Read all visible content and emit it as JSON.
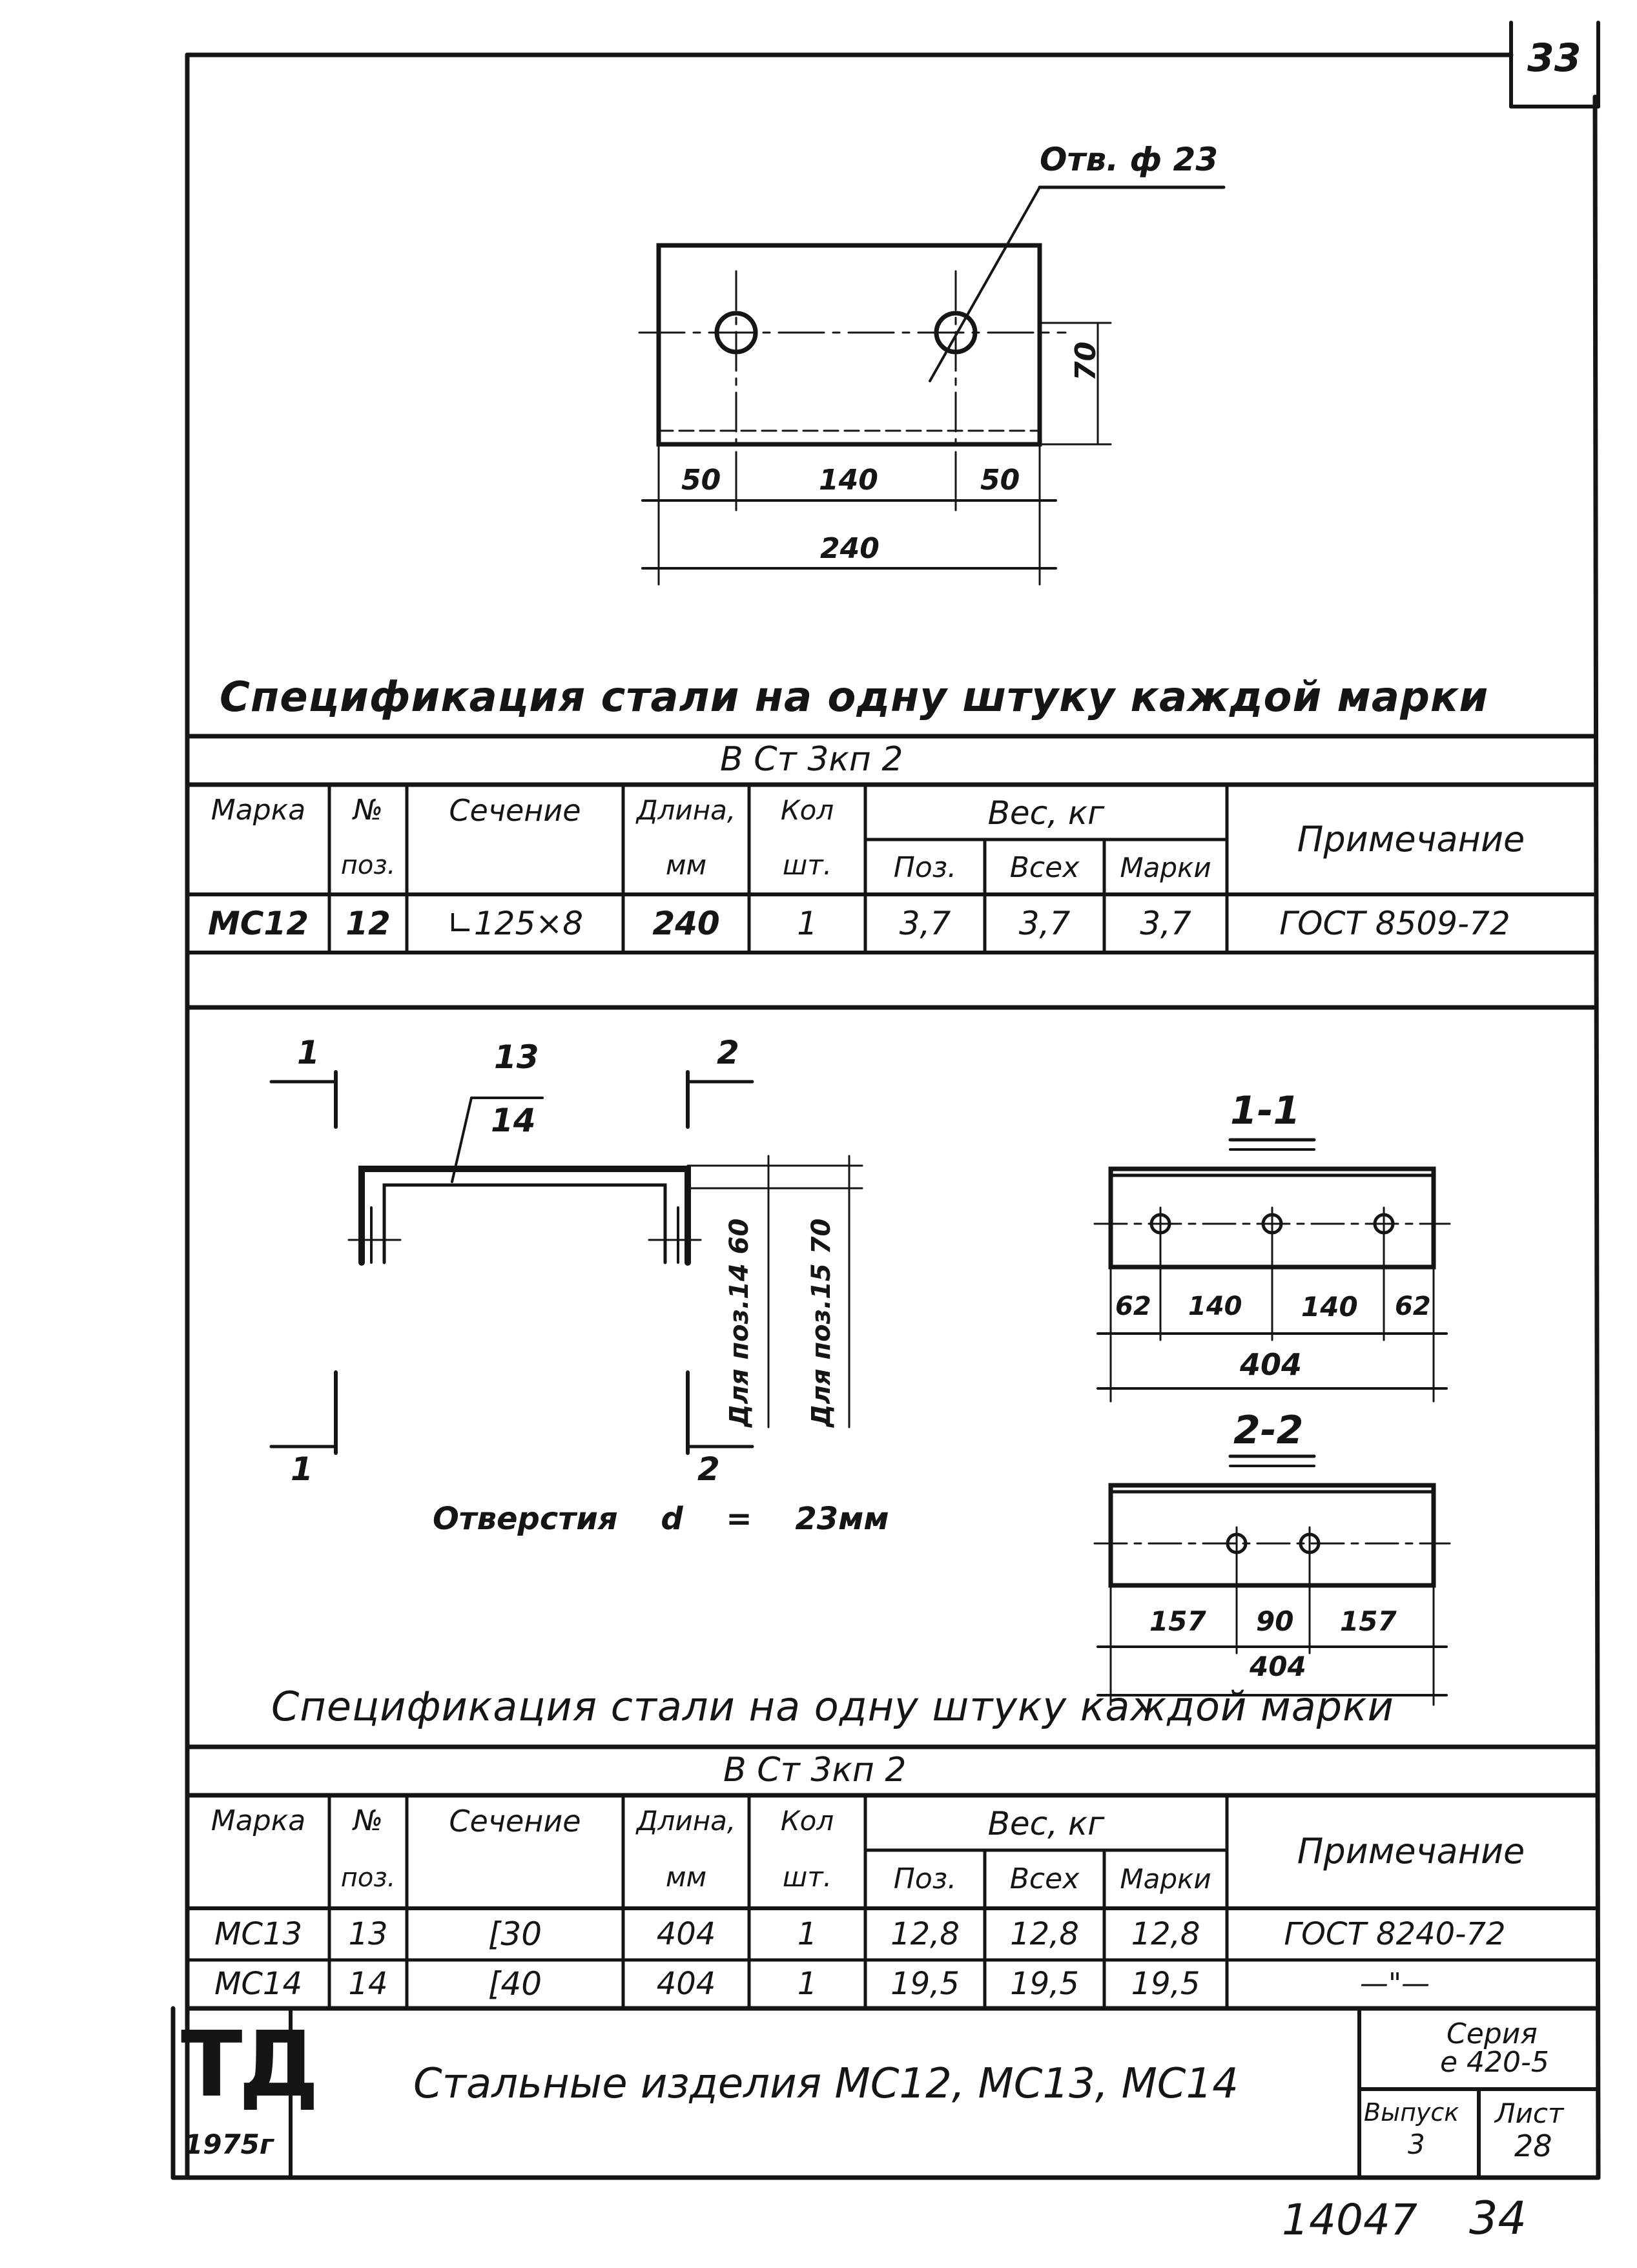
{
  "sheet_number": "33",
  "bottom_numbers": {
    "left": "14047",
    "right": "34"
  },
  "part1": {
    "hole_label": "Отв. ф 23",
    "dims": {
      "left": "50",
      "middle": "140",
      "right": "50",
      "total": "240",
      "height": "70"
    }
  },
  "spec1": {
    "title": "Спецификация стали на одну штуку каждой марки",
    "steel": "В Ст 3кп 2",
    "headers": {
      "mark": "Марка",
      "pos_1": "№",
      "pos_2": "поз.",
      "section": "Сечение",
      "length_1": "Длина,",
      "length_2": "мм",
      "qty_1": "Кол",
      "qty_2": "шт.",
      "weight": "Вес, кг",
      "w_pos": "Поз.",
      "w_all": "Всех",
      "w_mark": "Марки",
      "note": "Примечание"
    },
    "rows": [
      {
        "mark": "МС12",
        "pos": "12",
        "section": "∟125×8",
        "length": "240",
        "qty": "1",
        "w_pos": "3,7",
        "w_all": "3,7",
        "w_mark": "3,7",
        "note": "ГОСТ 8509-72"
      }
    ]
  },
  "part2": {
    "cut1_left": "1",
    "cut1_left_bottom": "1",
    "cut2_right": "2",
    "cut2_right_bottom": "2",
    "pos_top": "13",
    "pos_bottom": "14",
    "dim_14": "Для поз.14 60",
    "dim_15": "Для поз.15 70",
    "holes_note": "Отверстия d = 23мм",
    "section11": {
      "title": "1-1",
      "dims": [
        "62",
        "140",
        "140",
        "62"
      ],
      "total": "404"
    },
    "section22": {
      "title": "2-2",
      "dims": [
        "157",
        "90",
        "157"
      ],
      "total": "404"
    }
  },
  "spec2": {
    "title": "Спецификация стали на одну штуку каждой марки",
    "steel": "В Ст 3кп 2",
    "headers": {
      "mark": "Марка",
      "pos_1": "№",
      "pos_2": "поз.",
      "section": "Сечение",
      "length_1": "Длина,",
      "length_2": "мм",
      "qty_1": "Кол",
      "qty_2": "шт.",
      "weight": "Вес, кг",
      "w_pos": "Поз.",
      "w_all": "Всех",
      "w_mark": "Марки",
      "note": "Примечание"
    },
    "rows": [
      {
        "mark": "МС13",
        "pos": "13",
        "section": "[30",
        "length": "404",
        "qty": "1",
        "w_pos": "12,8",
        "w_all": "12,8",
        "w_mark": "12,8",
        "note": "ГОСТ 8240-72"
      },
      {
        "mark": "МС14",
        "pos": "14",
        "section": "[40",
        "length": "404",
        "qty": "1",
        "w_pos": "19,5",
        "w_all": "19,5",
        "w_mark": "19,5",
        "note": "—\"—"
      }
    ]
  },
  "title_block": {
    "logo": "ТД",
    "year": "1975г",
    "title": "Стальные изделия МС12, МС13, МС14",
    "series_label": "Серия",
    "series_value": "е 420-5",
    "issue_label": "Выпуск",
    "issue_value": "3",
    "sheet_label": "Лист",
    "sheet_value": "28"
  }
}
